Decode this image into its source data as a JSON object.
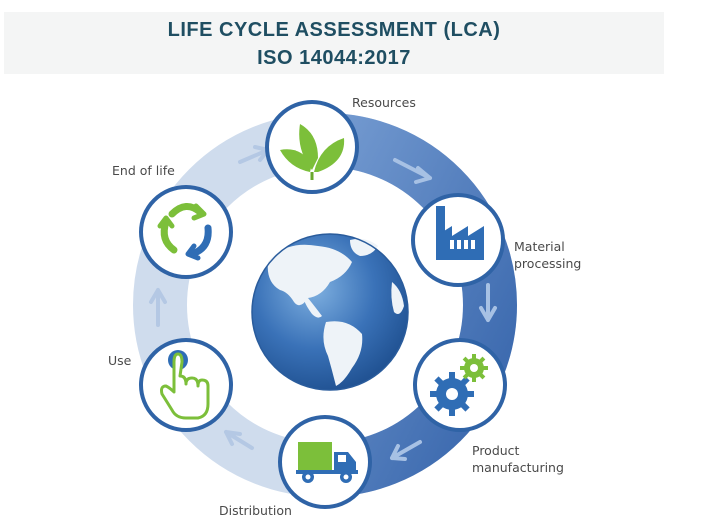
{
  "header": {
    "title_line1": "LIFE CYCLE ASSESSMENT (LCA)",
    "title_line2": "ISO 14044:2017"
  },
  "stages": [
    {
      "id": "resources",
      "label": "Resources",
      "icon": "leaf-icon"
    },
    {
      "id": "material-processing",
      "label_line1": "Material",
      "label_line2": "processing",
      "icon": "factory-icon"
    },
    {
      "id": "product-manufacturing",
      "label_line1": "Product",
      "label_line2": "manufacturing",
      "icon": "gears-icon"
    },
    {
      "id": "distribution",
      "label": "Distribution",
      "icon": "truck-icon"
    },
    {
      "id": "use",
      "label": "Use",
      "icon": "hand-pointer-icon"
    },
    {
      "id": "end-of-life",
      "label": "End of life",
      "icon": "recycle-icon"
    }
  ],
  "colors": {
    "title": "#1f4e62",
    "ring_dark": "#3f73b9",
    "ring_light": "#c9d8ec",
    "icon_border": "#2f63a6",
    "green": "#7cbf3a",
    "blue_icon": "#2f6db5",
    "globe_ocean": "#3a72b8",
    "globe_land": "#eef3f8"
  }
}
